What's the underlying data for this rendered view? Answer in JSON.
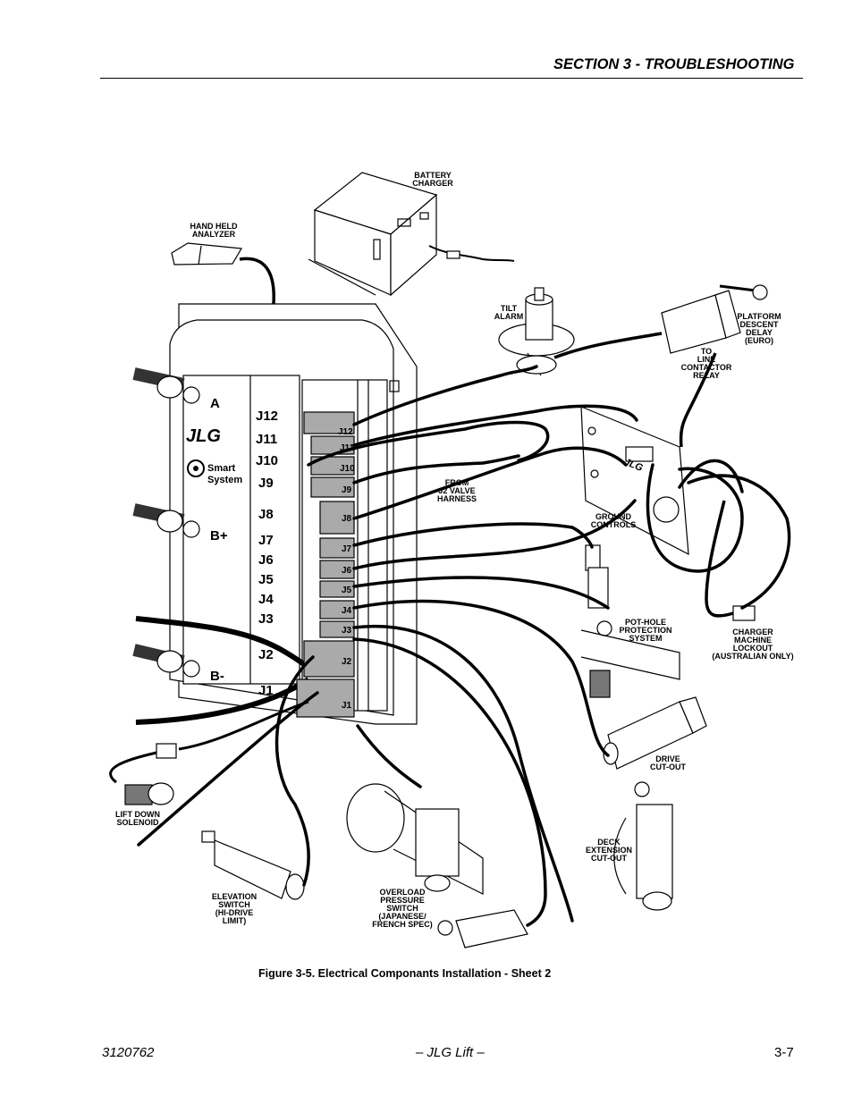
{
  "header": {
    "section_title": "SECTION 3 - TROUBLESHOOTING"
  },
  "figure": {
    "labels": {
      "battery_charger": [
        "BATTERY",
        "CHARGER"
      ],
      "hand_held_analyzer": [
        "HAND HELD",
        "ANALYZER"
      ],
      "tilt_alarm": [
        "TILT",
        "ALARM"
      ],
      "platform_descent_delay": [
        "PLATFORM",
        "DESCENT",
        "DELAY",
        "(EURO)"
      ],
      "to_line_contactor_relay": [
        "TO",
        "LINE",
        "CONTACTOR",
        "RELAY"
      ],
      "from_j2_valve_harness": [
        "FROM",
        "J2 VALVE",
        "HARNESS"
      ],
      "ground_controls": [
        "GROUND",
        "CONTROLS"
      ],
      "pot_hole_protection": [
        "POT-HOLE",
        "PROTECTION",
        "SYSTEM"
      ],
      "charger_machine_lockout": [
        "CHARGER",
        "MACHINE",
        "LOCKOUT",
        "(AUSTRALIAN ONLY)"
      ],
      "drive_cut_out": [
        "DRIVE",
        "CUT-OUT"
      ],
      "deck_extension_cut_out": [
        "DECK",
        "EXTENSION",
        "CUT-OUT"
      ],
      "lift_down_solenoid": [
        "LIFT DOWN",
        "SOLENOID"
      ],
      "elevation_switch": [
        "ELEVATION",
        "SWITCH",
        "(HI-DRIVE",
        "LIMIT)"
      ],
      "overload_pressure_switch": [
        "OVERLOAD",
        "PRESSURE",
        "SWITCH",
        "(JAPANESE/",
        "FRENCH SPEC)"
      ]
    },
    "module": {
      "brand": "JLG",
      "smart_system": [
        "Smart",
        "System"
      ],
      "terminals": {
        "a": "A",
        "b_plus": "B+",
        "b_minus": "B-"
      },
      "side_labels": [
        "J12",
        "J11",
        "J10",
        "J9",
        "J8",
        "J7",
        "J6",
        "J5",
        "J4",
        "J3",
        "J2",
        "J1"
      ],
      "plug_labels": [
        "J12",
        "J11",
        "J10",
        "J9",
        "J8",
        "J7",
        "J6",
        "J5",
        "J4",
        "J3",
        "J2",
        "J1"
      ]
    },
    "ground_control_brand": "JLG",
    "caption": "Figure 3-5.  Electrical Componants Installation - Sheet 2"
  },
  "footer": {
    "doc_number": "3120762",
    "publisher": "– JLG Lift –",
    "page": "3-7"
  }
}
